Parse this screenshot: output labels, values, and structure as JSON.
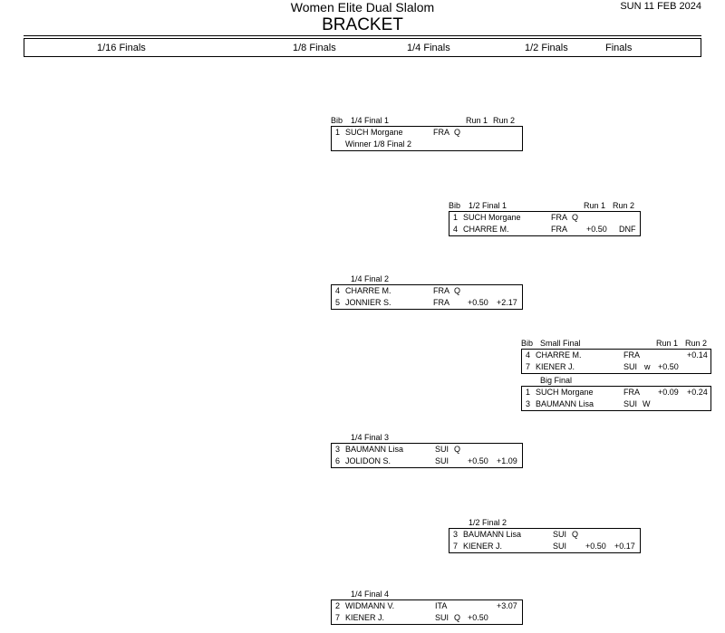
{
  "header": {
    "title": "Women Elite Dual Slalom",
    "date": "SUN 11 FEB 2024",
    "subtitle": "BRACKET"
  },
  "rounds": [
    "1/16 Finals",
    "1/8 Finals",
    "1/4 Finals",
    "1/2 Finals",
    "Finals"
  ],
  "labels": {
    "bib": "Bib",
    "run1": "Run 1",
    "run2": "Run 2"
  },
  "heats": {
    "qf1": {
      "name": "1/4 Final 1",
      "rows": [
        {
          "bib": "1",
          "name": "SUCH Morgane",
          "nation": "FRA",
          "status": "Q",
          "run1": "",
          "run2": ""
        },
        {
          "bib": "",
          "name": "Winner 1/8 Final 2",
          "nation": "",
          "status": "",
          "run1": "",
          "run2": ""
        }
      ]
    },
    "qf2": {
      "name": "1/4 Final 2",
      "rows": [
        {
          "bib": "4",
          "name": "CHARRE M.",
          "nation": "FRA",
          "status": "Q",
          "run1": "",
          "run2": ""
        },
        {
          "bib": "5",
          "name": "JONNIER S.",
          "nation": "FRA",
          "status": "",
          "run1": "+0.50",
          "run2": "+2.17"
        }
      ]
    },
    "qf3": {
      "name": "1/4 Final 3",
      "rows": [
        {
          "bib": "3",
          "name": "BAUMANN Lisa",
          "nation": "SUI",
          "status": "Q",
          "run1": "",
          "run2": ""
        },
        {
          "bib": "6",
          "name": "JOLIDON S.",
          "nation": "SUI",
          "status": "",
          "run1": "+0.50",
          "run2": "+1.09"
        }
      ]
    },
    "qf4": {
      "name": "1/4 Final 4",
      "rows": [
        {
          "bib": "2",
          "name": "WIDMANN V.",
          "nation": "ITA",
          "status": "",
          "run1": "",
          "run2": "+3.07"
        },
        {
          "bib": "7",
          "name": "KIENER J.",
          "nation": "SUI",
          "status": "Q",
          "run1": "+0.50",
          "run2": ""
        }
      ]
    },
    "sf1": {
      "name": "1/2 Final 1",
      "rows": [
        {
          "bib": "1",
          "name": "SUCH Morgane",
          "nation": "FRA",
          "status": "Q",
          "run1": "",
          "run2": ""
        },
        {
          "bib": "4",
          "name": "CHARRE M.",
          "nation": "FRA",
          "status": "",
          "run1": "+0.50",
          "run2": "DNF"
        }
      ]
    },
    "sf2": {
      "name": "1/2 Final 2",
      "rows": [
        {
          "bib": "3",
          "name": "BAUMANN Lisa",
          "nation": "SUI",
          "status": "Q",
          "run1": "",
          "run2": ""
        },
        {
          "bib": "7",
          "name": "KIENER J.",
          "nation": "SUI",
          "status": "",
          "run1": "+0.50",
          "run2": "+0.17"
        }
      ]
    },
    "small_final": {
      "name": "Small Final",
      "rows": [
        {
          "bib": "4",
          "name": "CHARRE M.",
          "nation": "FRA",
          "status": "",
          "run1": "",
          "run2": "+0.14"
        },
        {
          "bib": "7",
          "name": "KIENER J.",
          "nation": "SUI",
          "status": "w",
          "run1": "+0.50",
          "run2": ""
        }
      ]
    },
    "big_final": {
      "name": "Big Final",
      "rows": [
        {
          "bib": "1",
          "name": "SUCH Morgane",
          "nation": "FRA",
          "status": "",
          "run1": "+0.09",
          "run2": "+0.24"
        },
        {
          "bib": "3",
          "name": "BAUMANN Lisa",
          "nation": "SUI",
          "status": "W",
          "run1": "",
          "run2": ""
        }
      ]
    }
  }
}
